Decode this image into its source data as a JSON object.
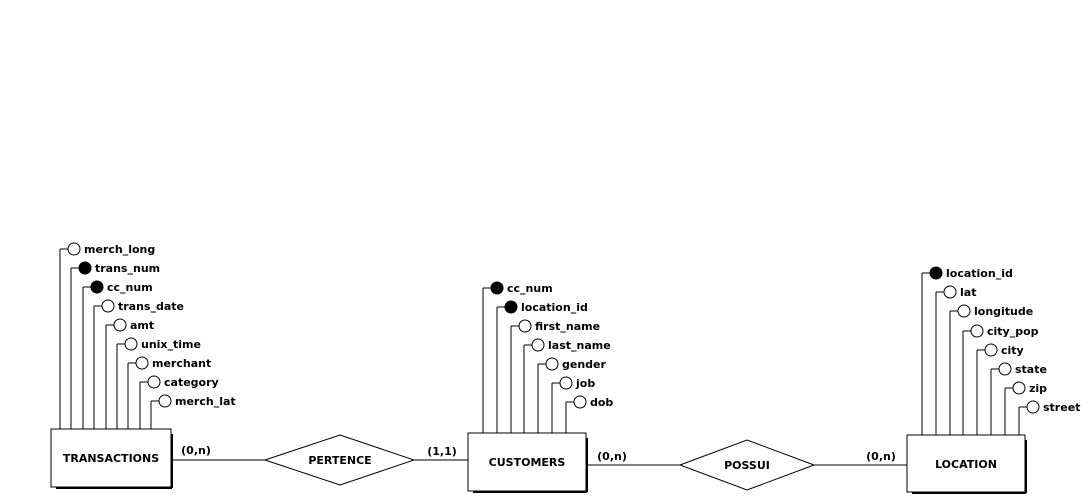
{
  "entities": {
    "transactions": {
      "name": "TRANSACTIONS",
      "attributes": [
        {
          "label": "merch_long",
          "key": false
        },
        {
          "label": "trans_num",
          "key": true
        },
        {
          "label": "cc_num",
          "key": true
        },
        {
          "label": "trans_date",
          "key": false
        },
        {
          "label": "amt",
          "key": false
        },
        {
          "label": "unix_time",
          "key": false
        },
        {
          "label": "merchant",
          "key": false
        },
        {
          "label": "category",
          "key": false
        },
        {
          "label": "merch_lat",
          "key": false
        }
      ]
    },
    "customers": {
      "name": "CUSTOMERS",
      "attributes": [
        {
          "label": "cc_num",
          "key": true
        },
        {
          "label": "location_id",
          "key": true
        },
        {
          "label": "first_name",
          "key": false
        },
        {
          "label": "last_name",
          "key": false
        },
        {
          "label": "gender",
          "key": false
        },
        {
          "label": "job",
          "key": false
        },
        {
          "label": "dob",
          "key": false
        }
      ]
    },
    "location": {
      "name": "LOCATION",
      "attributes": [
        {
          "label": "location_id",
          "key": true
        },
        {
          "label": "lat",
          "key": false
        },
        {
          "label": "longitude",
          "key": false
        },
        {
          "label": "city_pop",
          "key": false
        },
        {
          "label": "city",
          "key": false
        },
        {
          "label": "state",
          "key": false
        },
        {
          "label": "zip",
          "key": false
        },
        {
          "label": "street",
          "key": false
        }
      ]
    }
  },
  "relationships": {
    "pertence": {
      "name": "PERTENCE",
      "card_left": "(0,n)",
      "card_right": "(1,1)"
    },
    "possui": {
      "name": "POSSUI",
      "card_left": "(0,n)",
      "card_right": "(0,n)"
    }
  }
}
